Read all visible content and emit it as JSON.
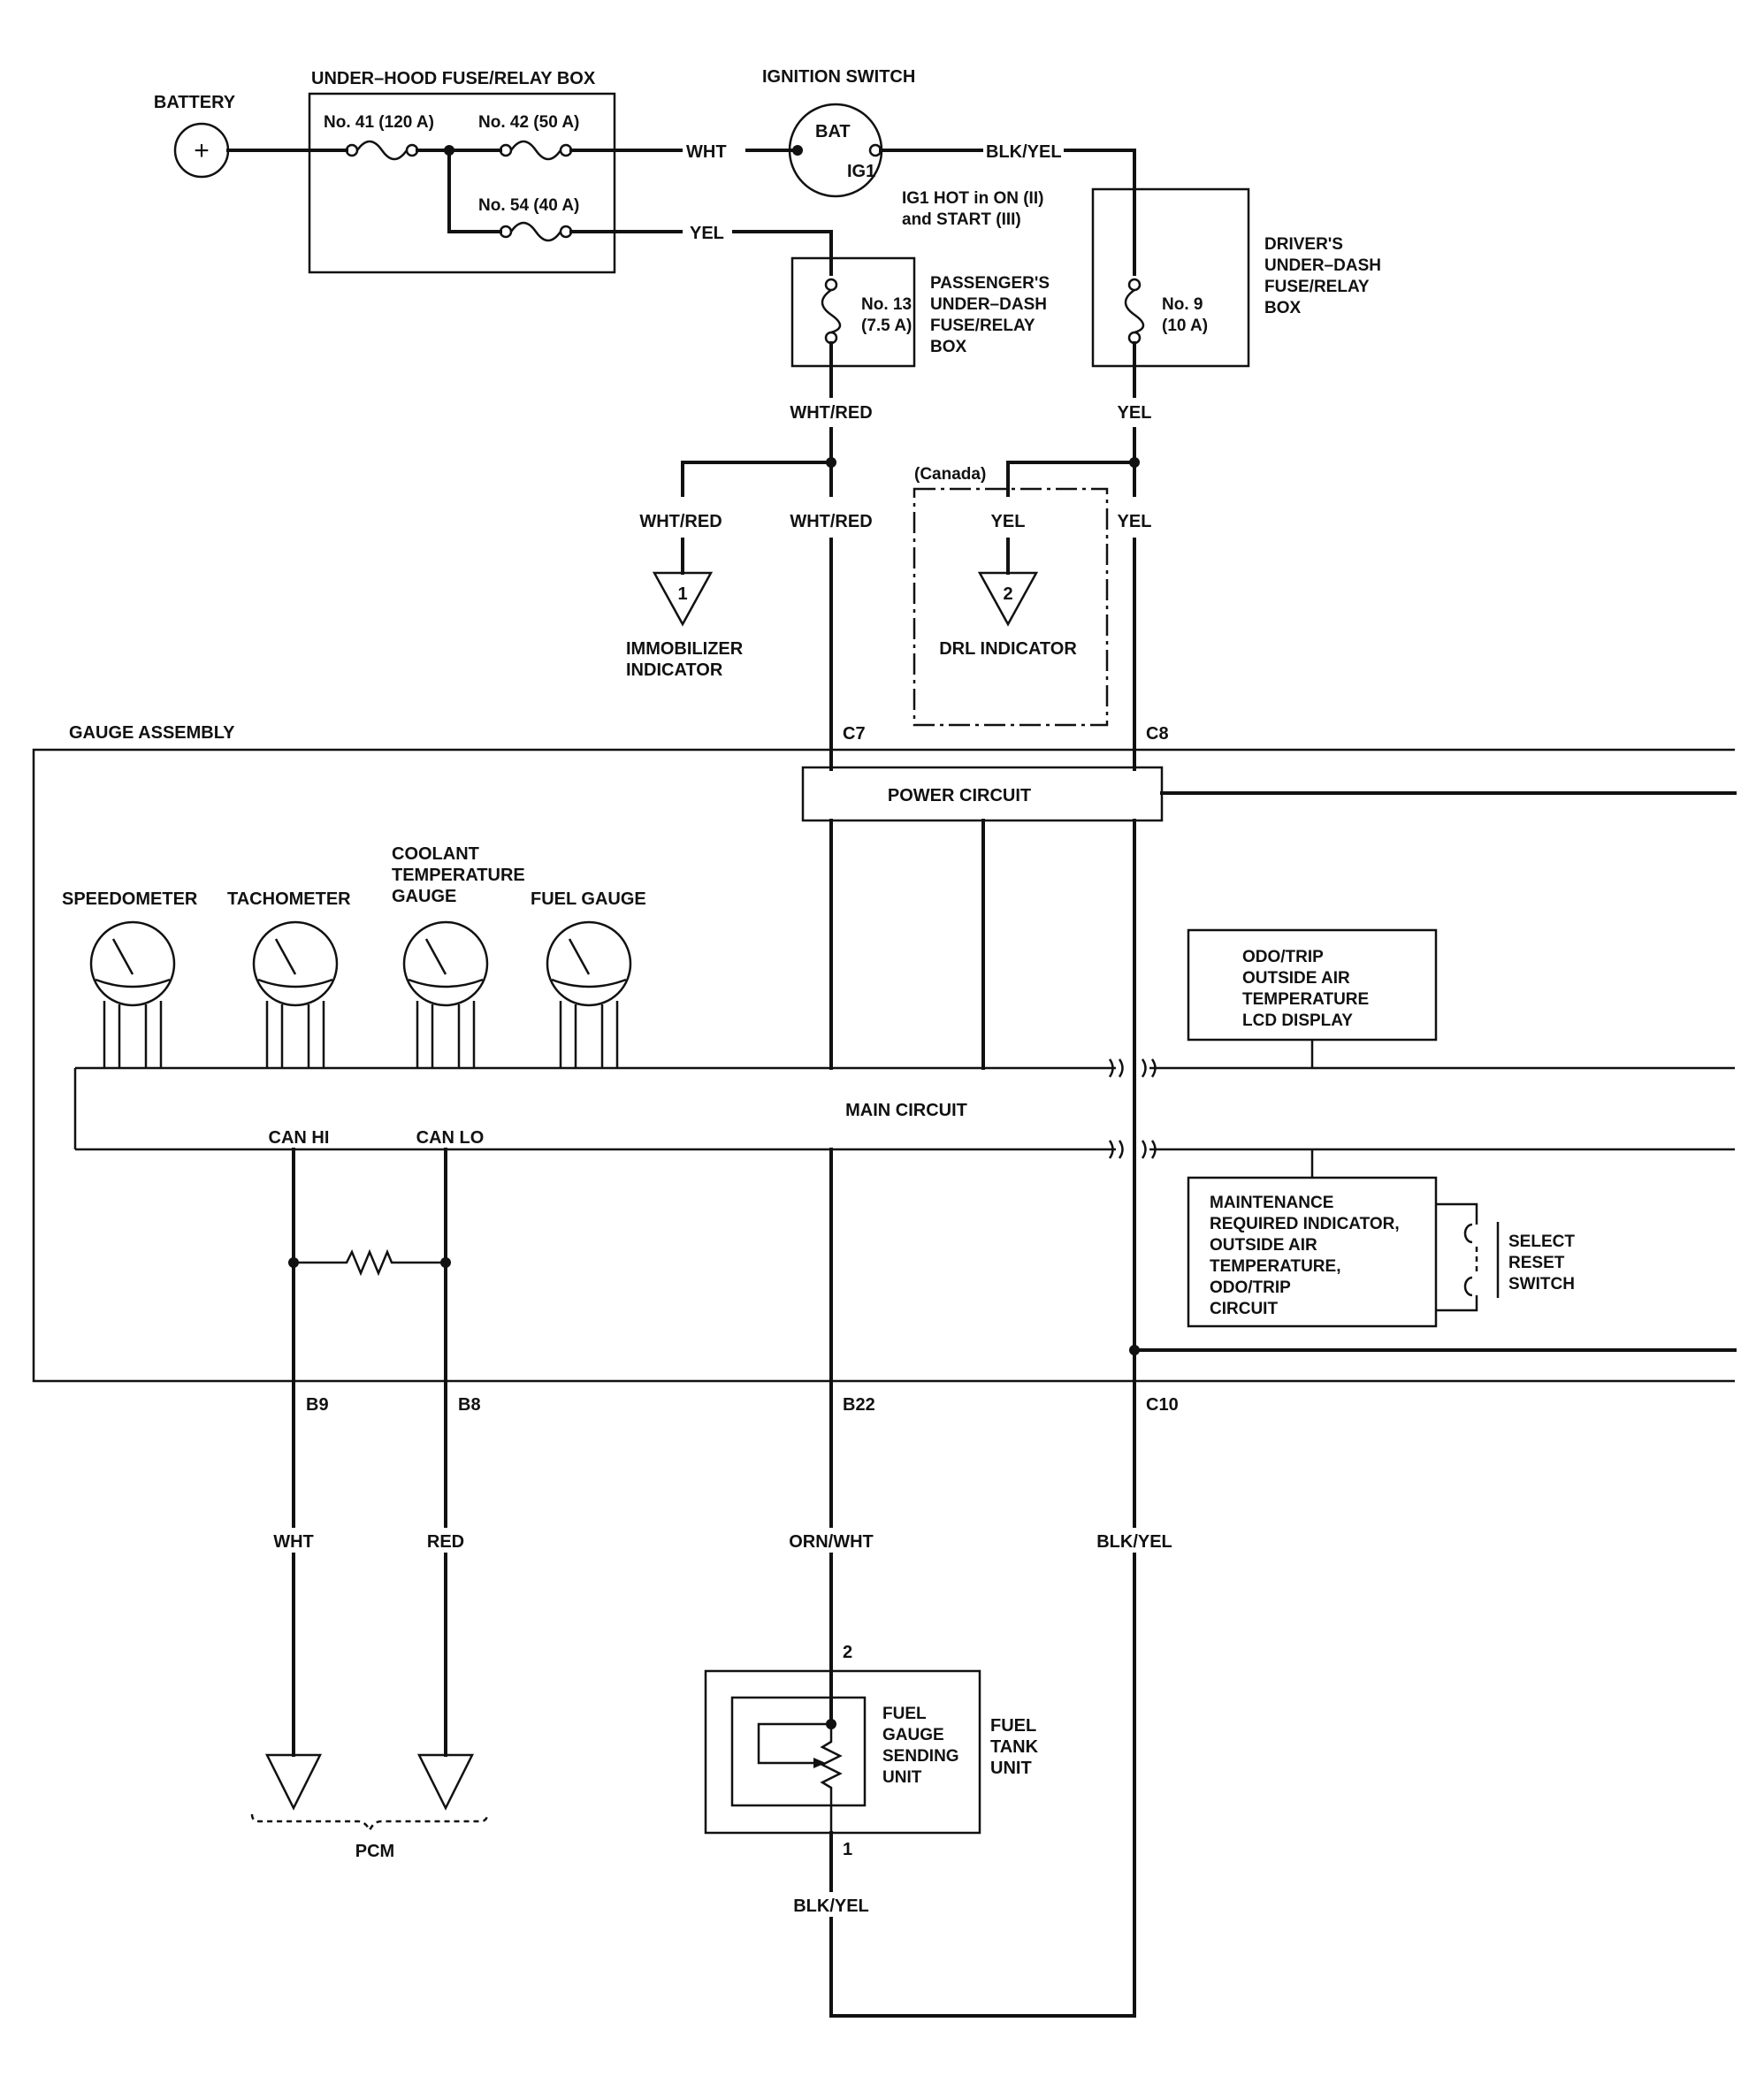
{
  "battery": "BATTERY",
  "battery_symbol": "+",
  "underhood": {
    "title": "UNDER–HOOD FUSE/RELAY BOX",
    "fuse41": "No. 41 (120 A)",
    "fuse42": "No. 42 (50 A)",
    "fuse54": "No. 54 (40 A)"
  },
  "ignition": {
    "title": "IGNITION SWITCH",
    "bat": "BAT",
    "ig1": "IG1",
    "note1": "IG1 HOT in ON (II)",
    "note2": "and START (III)"
  },
  "wires": {
    "wht": "WHT",
    "yel": "YEL",
    "blk_yel": "BLK/YEL",
    "wht_red": "WHT/RED",
    "red": "RED",
    "orn_wht": "ORN/WHT"
  },
  "passenger_box": {
    "fuse": "No. 13",
    "rating": "(7.5 A)",
    "line1": "PASSENGER'S",
    "line2": "UNDER–DASH",
    "line3": "FUSE/RELAY",
    "line4": "BOX"
  },
  "driver_box": {
    "fuse": "No. 9",
    "rating": "(10 A)",
    "line1": "DRIVER'S",
    "line2": "UNDER–DASH",
    "line3": "FUSE/RELAY",
    "line4": "BOX"
  },
  "canada": "(Canada)",
  "immobilizer": {
    "num": "1",
    "line1": "IMMOBILIZER",
    "line2": "INDICATOR"
  },
  "drl": {
    "num": "2",
    "label": "DRL INDICATOR"
  },
  "gauge_assembly": "GAUGE ASSEMBLY",
  "connectors": {
    "c7": "C7",
    "c8": "C8",
    "b9": "B9",
    "b8": "B8",
    "b22": "B22",
    "c10": "C10"
  },
  "power_circuit": "POWER CIRCUIT",
  "main_circuit": "MAIN CIRCUIT",
  "gauges": {
    "speedometer": "SPEEDOMETER",
    "tachometer": "TACHOMETER",
    "coolant1": "COOLANT",
    "coolant2": "TEMPERATURE",
    "coolant3": "GAUGE",
    "fuel": "FUEL GAUGE"
  },
  "odo_box": [
    "ODO/TRIP",
    "OUTSIDE AIR",
    "TEMPERATURE",
    "LCD DISPLAY"
  ],
  "maint_box": [
    "MAINTENANCE",
    "REQUIRED INDICATOR,",
    "OUTSIDE AIR",
    "TEMPERATURE,",
    "ODO/TRIP",
    "CIRCUIT"
  ],
  "select_switch": [
    "SELECT",
    "RESET",
    "SWITCH"
  ],
  "can_hi": "CAN HI",
  "can_lo": "CAN LO",
  "pcm": "PCM",
  "fuel_tank": {
    "pin2": "2",
    "pin1": "1",
    "sending": [
      "FUEL",
      "GAUGE",
      "SENDING",
      "UNIT"
    ],
    "tank": [
      "FUEL",
      "TANK",
      "UNIT"
    ]
  }
}
